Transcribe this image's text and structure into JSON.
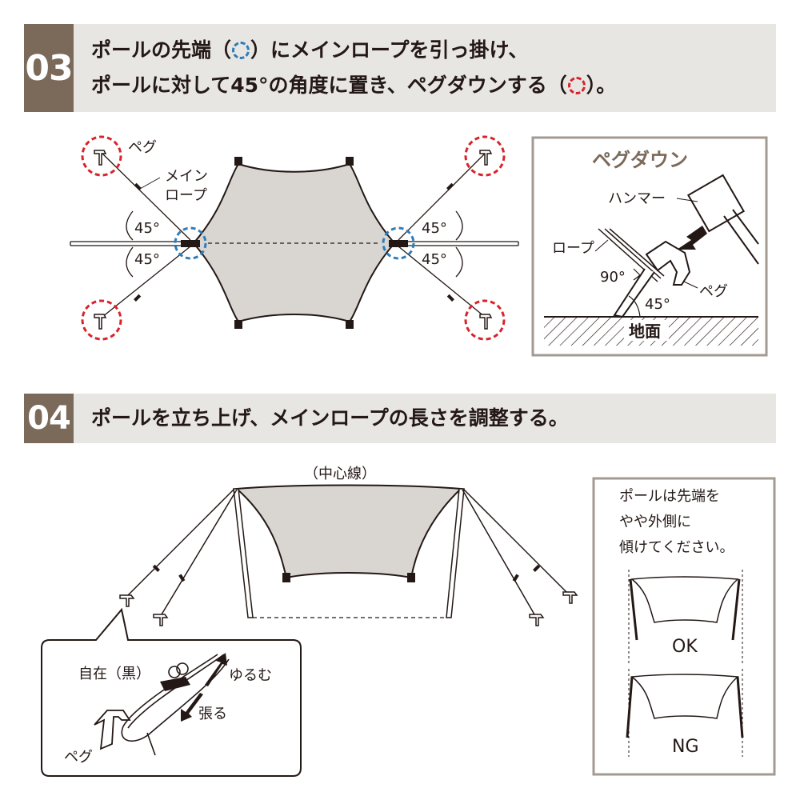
{
  "step03": {
    "number": "03",
    "line1_a": "ポールの先端（",
    "line1_b": "）にメインロープを引っ掛け、",
    "line2_a": "ポールに対して45°の角度に置き、ペグダウンする（",
    "line2_b": "）。"
  },
  "diagram03": {
    "peg_label": "ペグ",
    "rope_label_1": "メイン",
    "rope_label_2": "ロープ",
    "angle_label": "45°",
    "colors": {
      "blue_marker": "#2e7cb8",
      "red_marker": "#d8232a",
      "tarp": "#d9d6d2"
    }
  },
  "pegdown_panel": {
    "title": "ペグダウン",
    "hammer": "ハンマー",
    "rope": "ロープ",
    "angle_rope": "90°",
    "peg": "ペグ",
    "angle_ground": "45°",
    "ground": "地面"
  },
  "step04": {
    "number": "04",
    "text": "ポールを立ち上げ、メインロープの長さを調整する。"
  },
  "diagram04": {
    "centerline": "（中心線）",
    "jizai": "自在（黒）",
    "loosen": "ゆるむ",
    "tighten": "張る",
    "peg": "ペグ"
  },
  "note_panel": {
    "line1": "ポールは先端を",
    "line2": "やや外側に",
    "line3": "傾けてください。",
    "ok": "OK",
    "ng": "NG"
  }
}
